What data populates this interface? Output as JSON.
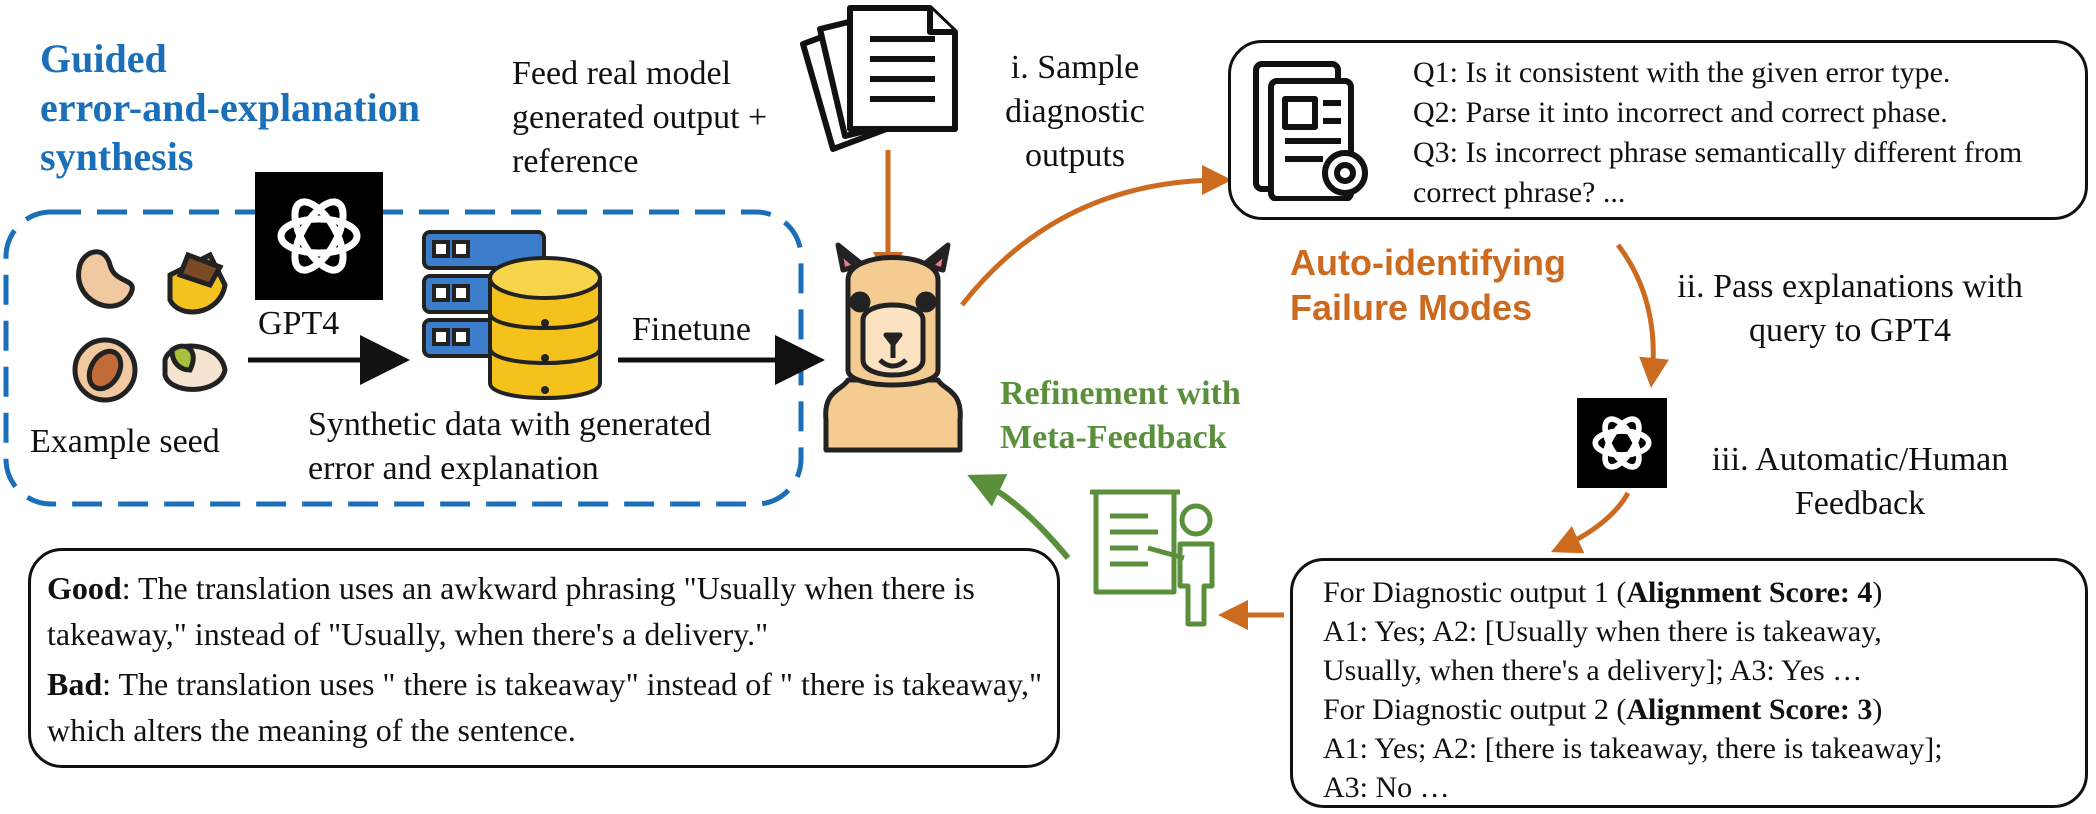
{
  "colors": {
    "blue": "#1a6fb8",
    "orange": "#cc6a20",
    "green": "#5a8f3c",
    "black": "#111111"
  },
  "left": {
    "title": [
      "Guided",
      "error-and-explanation",
      "synthesis"
    ],
    "gpt_label": "GPT4",
    "finetune_label": "Finetune",
    "seed_label": "Example seed",
    "synthetic_label": [
      "Synthetic data with generated",
      "error and explanation"
    ]
  },
  "top": {
    "feed_text": [
      "Feed real model",
      "generated output +",
      "reference"
    ],
    "sample_text": [
      "i. Sample",
      "diagnostic",
      "outputs"
    ]
  },
  "query_box": {
    "lines": [
      "Q1: Is it consistent with the given error type.",
      "Q2: Parse it into incorrect and correct phase.",
      "Q3: Is incorrect phrase semantically different from",
      "correct phrase?  ..."
    ]
  },
  "right": {
    "auto_title": [
      "Auto-identifying",
      "Failure Modes"
    ],
    "pass_text": [
      "ii. Pass explanations with",
      "query to GPT4"
    ],
    "feedback_text": [
      "iii. Automatic/Human",
      "Feedback"
    ]
  },
  "middle": {
    "refine_title": [
      "Refinement with",
      "Meta-Feedback"
    ]
  },
  "explain_box": {
    "good_label": "Good",
    "good_text": ": The translation uses an awkward phrasing \"Usually when there is takeaway,\" instead of \"Usually, when there's a delivery.\"",
    "bad_label": "Bad",
    "bad_text": ": The translation uses \" there is takeaway\" instead of \" there is takeaway,\" which alters the meaning of the sentence."
  },
  "score_box": {
    "d1_prefix": "For Diagnostic output 1 (",
    "d1_score": "Alignment Score: 4",
    "d1_suffix": ")",
    "d1_body": [
      "A1: Yes; A2: [Usually when there is takeaway,",
      "Usually, when there's a delivery]; A3: Yes …"
    ],
    "d2_prefix": "For Diagnostic output 2 (",
    "d2_score": "Alignment Score: 3",
    "d2_suffix": ")",
    "d2_body": [
      "A1: Yes; A2: [there is takeaway, there is takeaway];",
      "A3: No …"
    ]
  },
  "icons": [
    "seeds-icon",
    "gpt-logo-icon",
    "database-icon",
    "llama-icon",
    "documents-icon",
    "report-gear-icon",
    "presentation-icon"
  ]
}
